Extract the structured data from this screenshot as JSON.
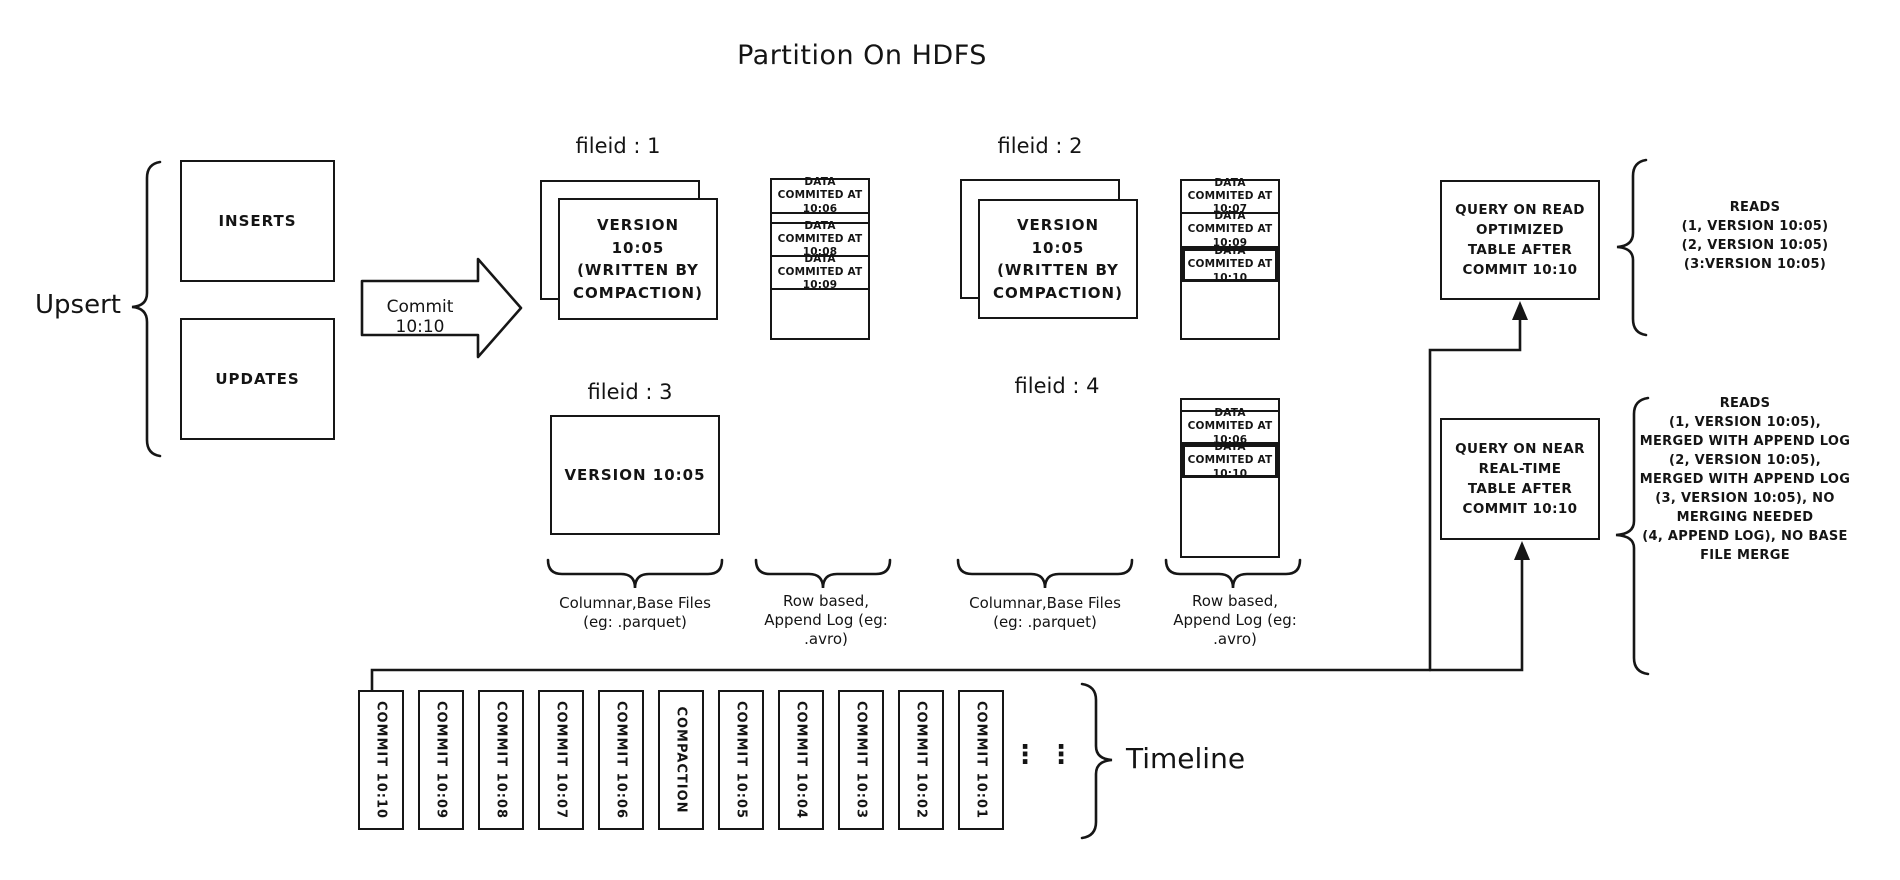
{
  "title": "Partition On HDFS",
  "upsert": {
    "label": "Upsert",
    "inserts_label": "INSERTS",
    "updates_label": "UPDATES",
    "commit_arrow_label": "Commit 10:10"
  },
  "file_groups": {
    "f1": {
      "label": "fileid : 1",
      "base_text": "VERSION 10:05 (WRITTEN BY COMPACTION)",
      "log": [
        "DATA COMMITED AT 10:06",
        "DATA COMMITED AT 10:08",
        "DATA COMMITED AT 10:09"
      ]
    },
    "f2": {
      "label": "fileid : 2",
      "base_text": "VERSION 10:05 (WRITTEN BY COMPACTION)",
      "log": [
        "DATA COMMITED AT 10:07",
        "DATA COMMITED AT 10:09",
        "DATA COMMITED AT 10:10"
      ]
    },
    "f3": {
      "label": "fileid : 3",
      "base_text": "VERSION 10:05"
    },
    "f4": {
      "label": "fileid : 4",
      "log": [
        "DATA COMMITED AT 10:06",
        "DATA COMMITED AT 10:10"
      ]
    }
  },
  "legend": {
    "columnar": "Columnar,Base Files\n(eg: .parquet)",
    "row_based": "Row based,\nAppend Log (eg:\n.avro)"
  },
  "queries": {
    "read_optimized": {
      "box": "QUERY ON READ OPTIMIZED TABLE AFTER COMMIT 10:10",
      "reads": "READS\n(1, VERSION 10:05)\n(2, VERSION 10:05)\n(3:VERSION 10:05)"
    },
    "near_real_time": {
      "box": "QUERY ON NEAR REAL-TIME TABLE AFTER COMMIT 10:10",
      "reads": "READS\n(1, VERSION 10:05),\nMERGED WITH APPEND LOG\n(2, VERSION 10:05),\nMERGED WITH APPEND LOG\n(3, VERSION 10:05), NO\nMERGING NEEDED\n(4, APPEND LOG), NO BASE\nFILE MERGE"
    }
  },
  "timeline": {
    "label": "Timeline",
    "ellipsis": "⋮",
    "entries": [
      "COMMIT 10:10",
      "COMMIT 10:09",
      "COMMIT 10:08",
      "COMMIT 10:07",
      "COMMIT 10:06",
      "COMPACTION",
      "COMMIT 10:05",
      "COMMIT 10:04",
      "COMMIT 10:03",
      "COMMIT 10:02",
      "COMMIT 10:01"
    ]
  },
  "colors": {
    "ink": "#161616",
    "background": "#ffffff"
  }
}
